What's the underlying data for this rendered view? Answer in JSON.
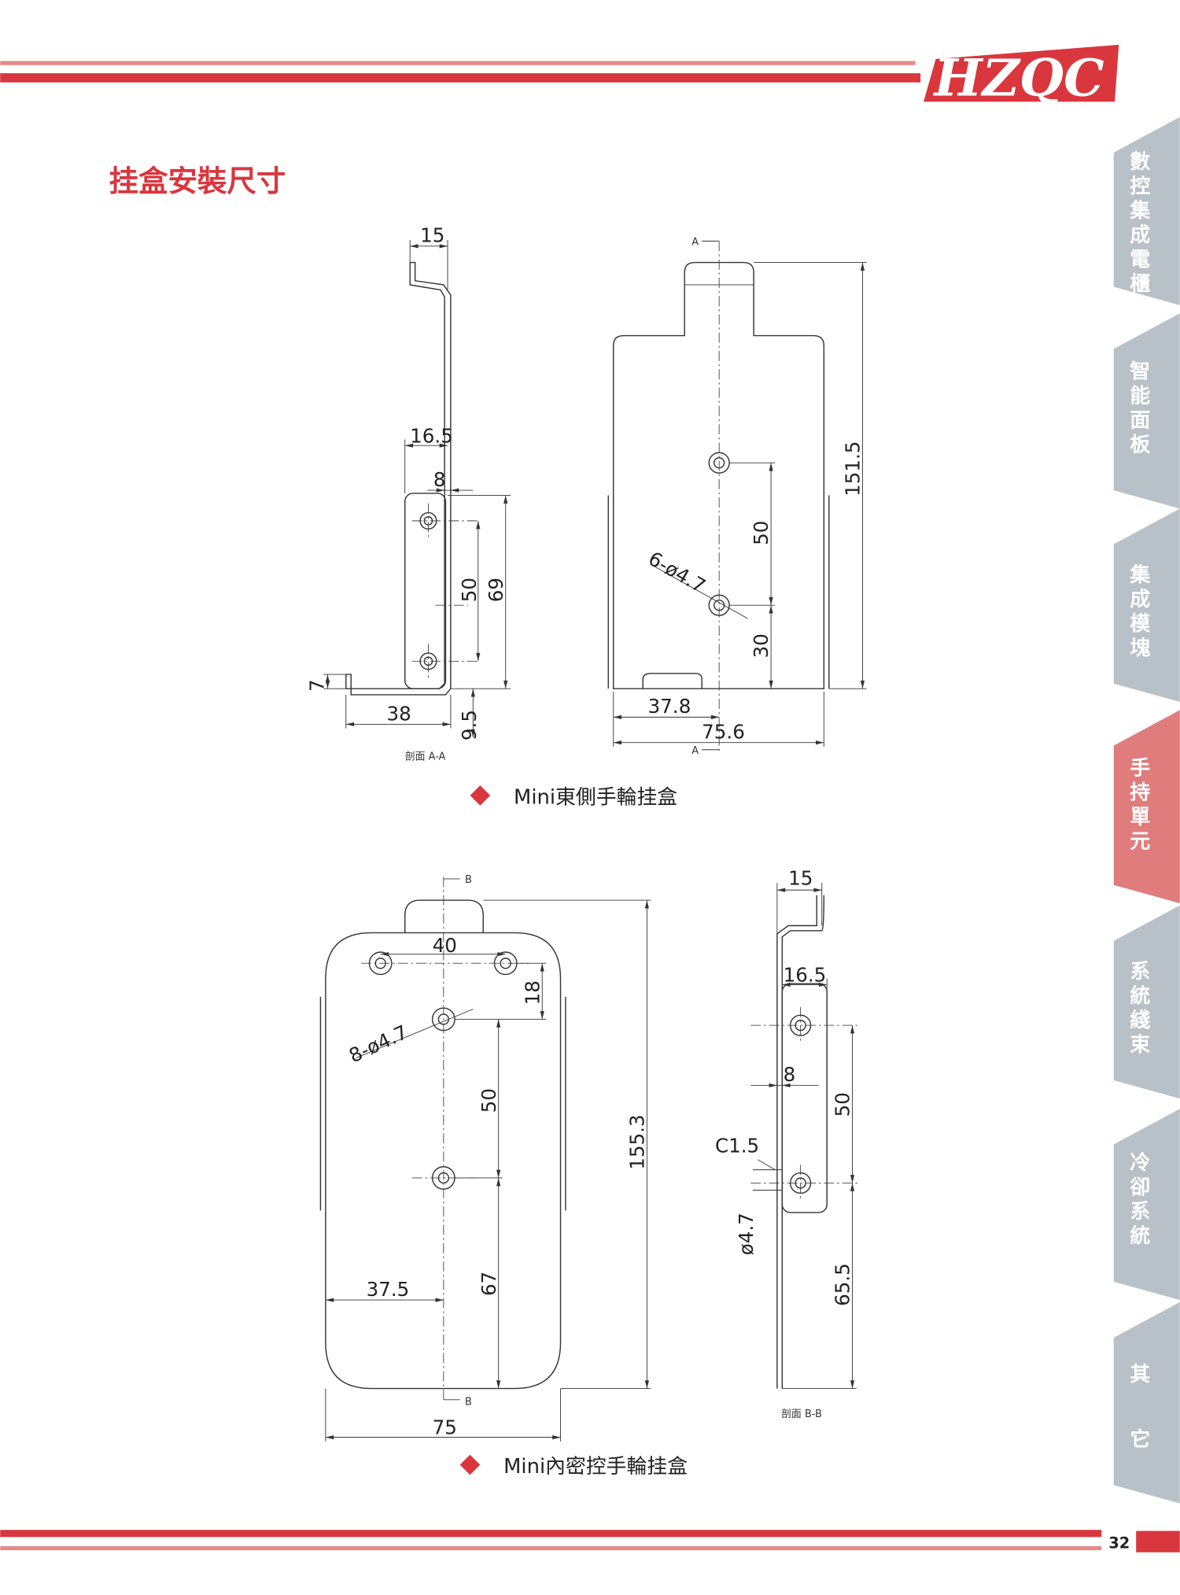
{
  "brand": {
    "logo_text": "HZQC",
    "color": "#d9363e"
  },
  "page_title": "挂盒安裝尺寸",
  "side_tabs": [
    {
      "label": "數控集成電櫃",
      "active": false
    },
    {
      "label": "智能面板",
      "active": false
    },
    {
      "label": "集成模塊",
      "active": false
    },
    {
      "label": "手持單元",
      "active": true
    },
    {
      "label": "系統綫束",
      "active": false
    },
    {
      "label": "冷卻系統",
      "active": false
    },
    {
      "label": "其它",
      "active": false
    }
  ],
  "colors": {
    "accent": "#d9363e",
    "accent_light": "#e58a8a",
    "tab_gray": "#b9c1c8",
    "tab_active": "#e07c7c"
  },
  "drawing1": {
    "caption": "Mini東側手輪挂盒",
    "section_label": "剖面 A-A",
    "section_mark": "A",
    "dims": {
      "d15": "15",
      "d16_5": "16.5",
      "d8": "8",
      "d50a": "50",
      "d69": "69",
      "d7": "7",
      "d38": "38",
      "d9_5": "9.5",
      "d151_5": "151.5",
      "d50b": "50",
      "d30": "30",
      "d37_8": "37.8",
      "d75_6": "75.6",
      "holes": "6-ø4.7"
    }
  },
  "drawing2": {
    "caption": "Mini內密控手輪挂盒",
    "section_label": "剖面 B-B",
    "section_mark": "B",
    "dims": {
      "d40": "40",
      "d18": "18",
      "d50a": "50",
      "d67": "67",
      "d155_3": "155.3",
      "d37_5": "37.5",
      "d75": "75",
      "holes": "8-ø4.7",
      "d15": "15",
      "d16_5": "16.5",
      "d8": "8",
      "d50b": "50",
      "d65_5": "65.5",
      "c1_5": "C1.5",
      "phi4_7": "ø4.7"
    }
  },
  "footer": {
    "page_number": "32"
  }
}
